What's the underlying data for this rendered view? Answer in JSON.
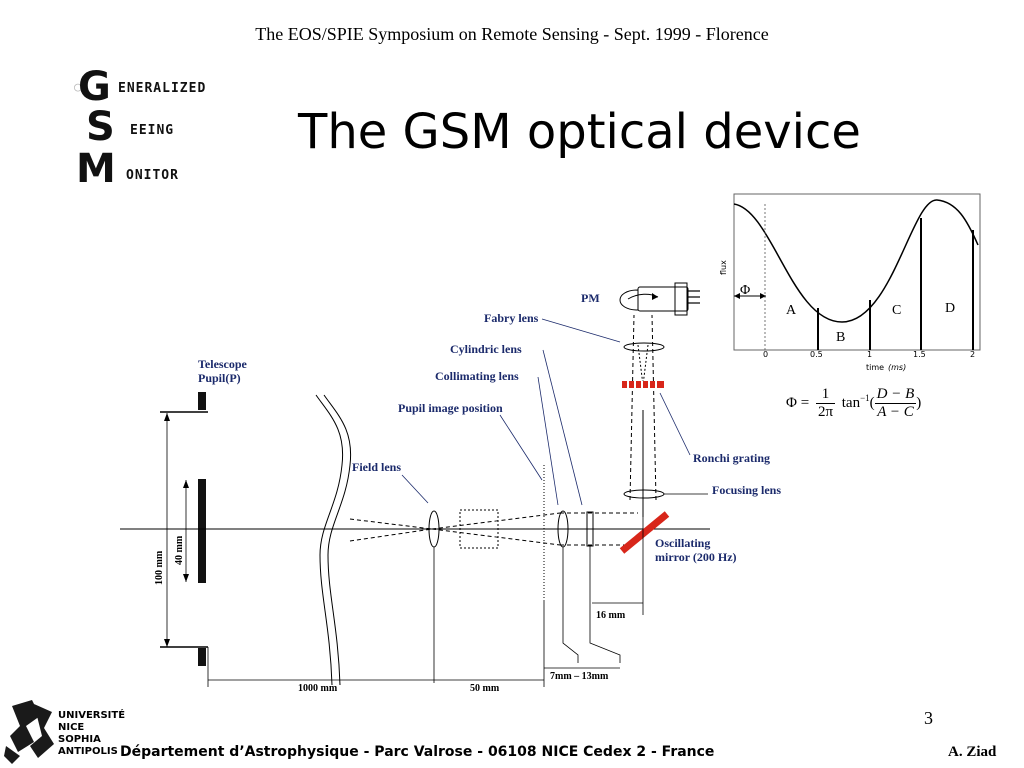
{
  "header": {
    "conference": "The EOS/SPIE Symposium on  Remote Sensing - Sept. 1999 - Florence"
  },
  "slide": {
    "title": "The GSM optical device",
    "page_number": "3"
  },
  "gsm_logo": {
    "letters": [
      "G",
      "S",
      "M"
    ],
    "words": [
      "ENERALIZED",
      "EEING",
      "ONITOR"
    ]
  },
  "diagram": {
    "labels": {
      "telescope_pupil": [
        "Telescope",
        "Pupil(P)"
      ],
      "pm": "PM",
      "fabry_lens": "Fabry lens",
      "cylindric_lens": "Cylindric lens",
      "collimating_lens": "Collimating lens",
      "pupil_image_position": "Pupil image position",
      "field_lens": "Field lens",
      "ronchi_grating": "Ronchi grating",
      "focusing_lens": "Focusing lens",
      "oscillating_mirror": [
        "Oscillating",
        "mirror  (200 Hz)"
      ]
    },
    "dimensions": {
      "d100": "100 mm",
      "d40": "40 mm",
      "d1000": "1000 mm",
      "d50": "50 mm",
      "d7_13": "7mm – 13mm",
      "d16": "16 mm"
    },
    "colors": {
      "label": "#1b2a6b",
      "mirror": "#d8261a"
    }
  },
  "signal_graph": {
    "ylabel": "flux",
    "xlabel": "time",
    "xunit": "(ms)",
    "xticks": [
      "0",
      "0.5",
      "1",
      "1.5",
      "2"
    ],
    "phase_label": "Φ",
    "segments": [
      "A",
      "B",
      "C",
      "D"
    ]
  },
  "formula": {
    "lhs": "Φ =",
    "frac1_num": "1",
    "frac1_den": "2π",
    "func": "tan",
    "exp": "−1",
    "frac2_num": "D − B",
    "frac2_den": "A − C"
  },
  "footer": {
    "university": [
      "UNIVERSITÉ",
      "NICE",
      "SOPHIA",
      "ANTIPOLIS"
    ],
    "address": "Département d’Astrophysique - Parc Valrose - 06108 NICE Cedex 2 - France",
    "author": "A. Ziad"
  }
}
